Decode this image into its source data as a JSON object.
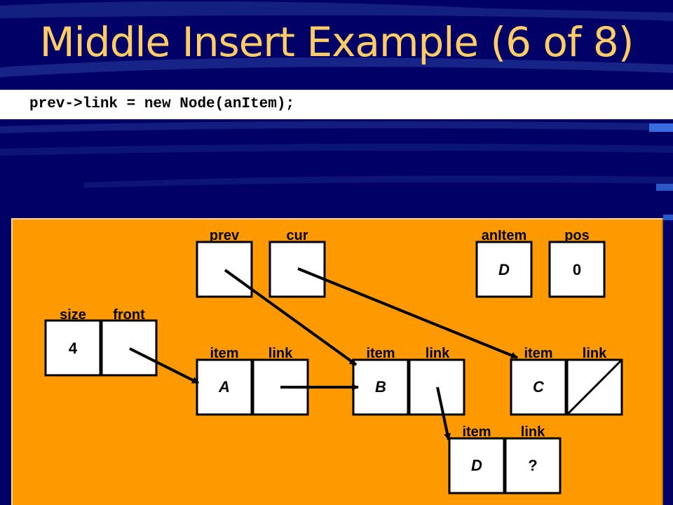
{
  "slide": {
    "title": "Middle Insert Example (6 of 8)",
    "code": "prev->link = new Node(anItem);"
  },
  "colors": {
    "background": "#000066",
    "title": "#FFCC66",
    "panel": "#FF9900"
  },
  "diagram": {
    "variables": {
      "prev": {
        "label": "prev",
        "value": ""
      },
      "cur": {
        "label": "cur",
        "value": ""
      },
      "anItem": {
        "label": "anItem",
        "value": "D"
      },
      "pos": {
        "label": "pos",
        "value": "0"
      }
    },
    "list": {
      "size_label": "size",
      "size_value": "4",
      "front_label": "front"
    },
    "nodes": {
      "A": {
        "item_label": "item",
        "link_label": "link",
        "item": "A"
      },
      "B": {
        "item_label": "item",
        "link_label": "link",
        "item": "B"
      },
      "C": {
        "item_label": "item",
        "link_label": "link",
        "item": "C",
        "link": "null"
      },
      "D": {
        "item_label": "item",
        "link_label": "link",
        "item": "D",
        "link": "?"
      }
    }
  }
}
